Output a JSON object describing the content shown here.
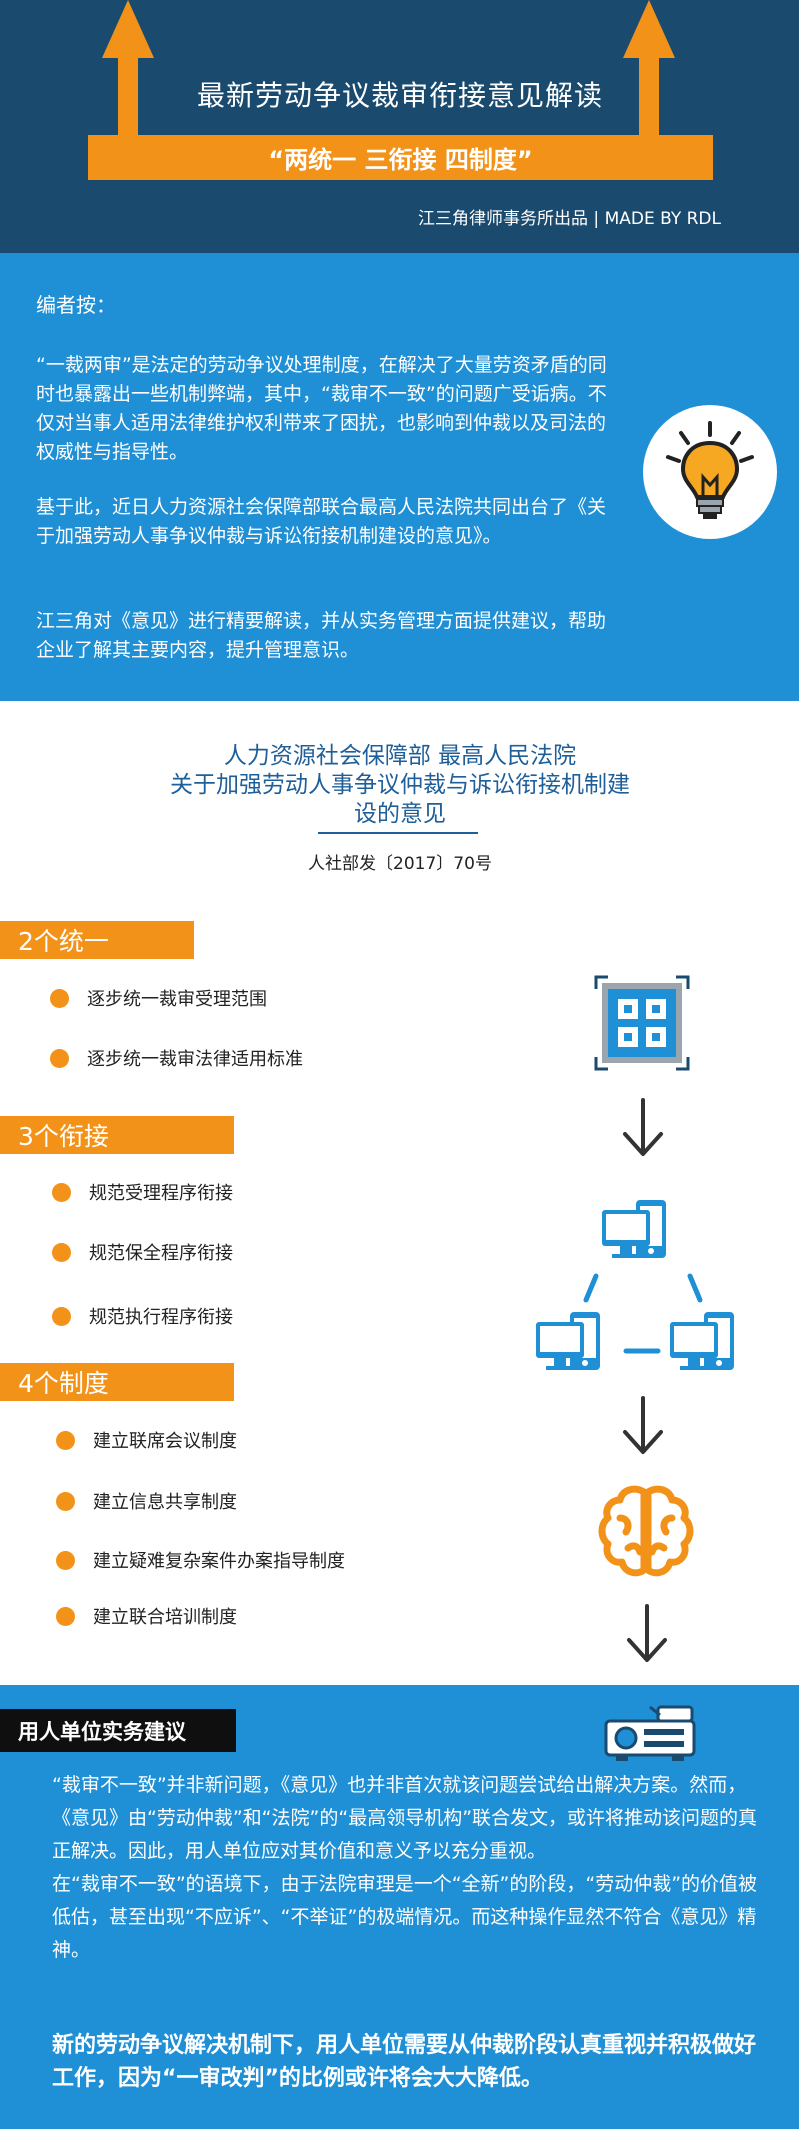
{
  "header": {
    "title": "最新劳动争议裁审衔接意见解读",
    "banner": "“两统一  三衔接  四制度”",
    "credit": "江三角律师事务所出品 |  MADE BY RDL"
  },
  "note": {
    "label": "编者按：",
    "p1": "“一裁两审”是法定的劳动争议处理制度，在解决了大量劳资矛盾的同时也暴露出一些机制弊端，其中，“裁审不一致”的问题广受诟病。不仅对当事人适用法律维护权利带来了困扰，也影响到仲裁以及司法的权威性与指导性。",
    "p2": "基于此，近日人力资源社会保障部联合最高人民法院共同出台了《关于加强劳动人事争议仲裁与诉讼衔接机制建设的意见》。",
    "p3": "江三角对《意见》进行精要解读，并从实务管理方面提供建议，帮助企业了解其主要内容，提升管理意识。",
    "icon": "lightbulb-icon"
  },
  "doc": {
    "title_line1": "人力资源社会保障部 最高人民法院",
    "title_line2": "关于加强劳动人事争议仲裁与诉讼衔接机制建",
    "title_line3": "设的意见",
    "number": "人社部发〔2017〕70号"
  },
  "sections": {
    "s1": {
      "tag": "2个统一",
      "items": [
        "逐步统一裁审受理范围",
        "逐步统一裁审法律适用标准"
      ]
    },
    "s2": {
      "tag": "3个衔接",
      "items": [
        "规范受理程序衔接",
        "规范保全程序衔接",
        "规范执行程序衔接"
      ]
    },
    "s3": {
      "tag": "4个制度",
      "items": [
        "建立联席会议制度",
        "建立信息共享制度",
        "建立疑难复杂案件办案指导制度",
        "建立联合培训制度"
      ]
    }
  },
  "advice": {
    "tag": "用人单位实务建议",
    "p1": "“裁审不一致”并非新问题，《意见》也并非首次就该问题尝试给出解决方案。然而，《意见》由“劳动仲裁”和“法院”的“最高领导机构”联合发文，或许将推动该问题的真正解决。因此，用人单位应对其价值和意义予以充分重视。",
    "p2": "在“裁审不一致”的语境下，由于法院审理是一个“全新”的阶段，“劳动仲裁”的价值被低估，甚至出现“不应诉”、“不举证”的极端情况。而这种操作显然不符合《意见》精神。",
    "strong": "新的劳动争议解决机制下，用人单位需要从仲裁阶段认真重视并积极做好工作，因为“一审改判”的比例或许将会大大降低。"
  },
  "colors": {
    "navy": "#1a4a6e",
    "blue": "#1f8fd6",
    "orange": "#f39219",
    "title_blue": "#1f5f99"
  }
}
